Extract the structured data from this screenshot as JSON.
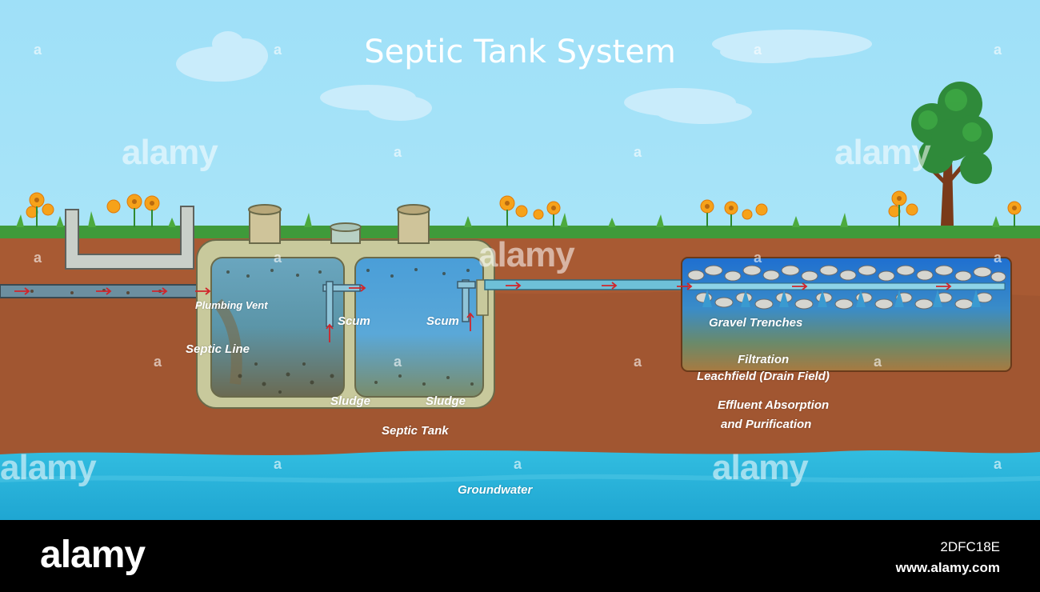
{
  "title": "Septic Tank System",
  "labels": {
    "plumbing_vent": "Plumbing Vent",
    "septic_line": "Septic Line",
    "scum_left": "Scum",
    "scum_right": "Scum",
    "sludge_left": "Sludge",
    "sludge_right": "Sludge",
    "septic_tank": "Septic Tank",
    "groundwater": "Groundwater",
    "gravel_trenches": "Gravel Trenches",
    "filtration": "Filtration",
    "leachfield": "Leachfield (Drain Field)",
    "effluent_line1": "Effluent Absorption",
    "effluent_line2": "and Purification"
  },
  "watermark": {
    "brand": "alamy",
    "mark": "a"
  },
  "footer": {
    "logo": "alamy",
    "image_id": "2DFC18E",
    "url": "www.alamy.com"
  },
  "colors": {
    "sky": "#9fe0f8",
    "grass": "#3f9a3a",
    "soil": "#a85a33",
    "tank_shell": "#c8c99c",
    "water": "#5aa7d8",
    "groundwater": "#2bb3d9",
    "arrow": "#d0262b"
  }
}
